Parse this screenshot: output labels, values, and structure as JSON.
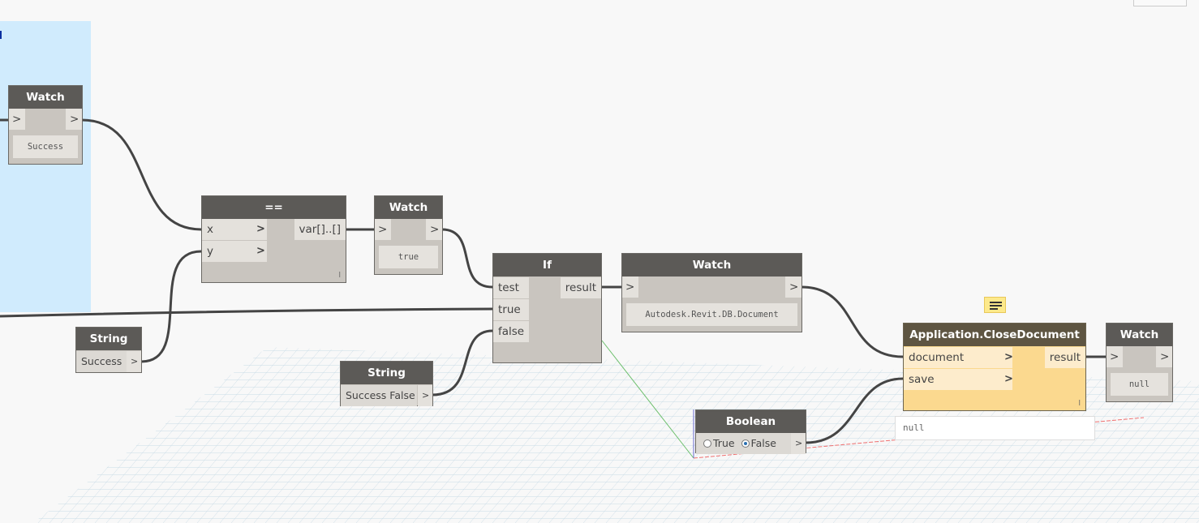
{
  "nodes": {
    "watch1": {
      "title": "Watch",
      "in": ">",
      "out": ">",
      "value": "Success"
    },
    "equals": {
      "title": "==",
      "inputs": [
        "x",
        "y"
      ],
      "output": "var[]..[]",
      "lacing": "l"
    },
    "watch2": {
      "title": "Watch",
      "in": ">",
      "out": ">",
      "value": "true"
    },
    "if": {
      "title": "If",
      "inputs": [
        "test",
        "true",
        "false"
      ],
      "output": "result"
    },
    "watch3": {
      "title": "Watch",
      "in": ">",
      "out": ">",
      "value": "Autodesk.Revit.DB.Document"
    },
    "string1": {
      "title": "String",
      "value": "Success",
      "out": ">"
    },
    "string2": {
      "title": "String",
      "value": "Success False",
      "out": ">"
    },
    "boolean": {
      "title": "Boolean",
      "options": [
        "True",
        "False"
      ],
      "selected": "False",
      "out": ">"
    },
    "close_document": {
      "title": "Application.CloseDocument",
      "inputs": [
        "document",
        "save"
      ],
      "output": "result",
      "lacing": "l",
      "preview": "null"
    },
    "watch4": {
      "title": "Watch",
      "in": ">",
      "out": ">",
      "value": "null"
    }
  },
  "colors": {
    "group": "#d0ebfd",
    "node_header": "#5c5a57",
    "selected_node_body": "#fbd98f",
    "wire": "#444444"
  }
}
